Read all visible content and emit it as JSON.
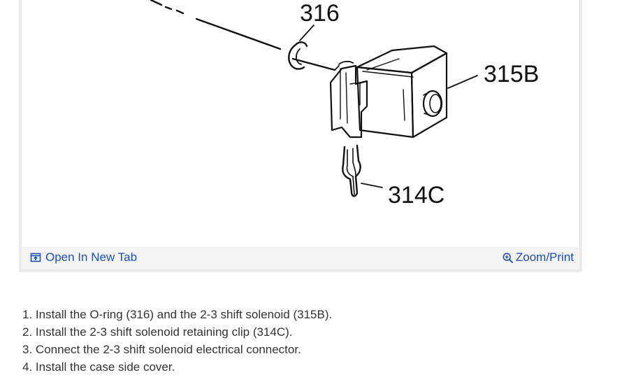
{
  "figure": {
    "callouts": {
      "o_ring": "316",
      "solenoid": "315B",
      "clip": "314C"
    },
    "toolbar": {
      "open_in_new_tab": "Open In New Tab",
      "zoom_print": "Zoom/Print"
    },
    "icons": {
      "open_tab": "open-new-tab-icon",
      "zoom": "magnifier-plus-icon"
    },
    "colors": {
      "link": "#1f4fb0",
      "toolbar_bg": "#f4f4f4",
      "card_bg": "#ebebeb"
    }
  },
  "steps": [
    {
      "number": "1.",
      "text": "Install the O-ring (316) and the 2-3 shift solenoid (315B)."
    },
    {
      "number": "2.",
      "text": "Install the 2-3 shift solenoid retaining clip (314C)."
    },
    {
      "number": "3.",
      "text": "Connect the 2-3 shift solenoid electrical connector."
    },
    {
      "number": "4.",
      "text": "Install the case side cover."
    }
  ]
}
